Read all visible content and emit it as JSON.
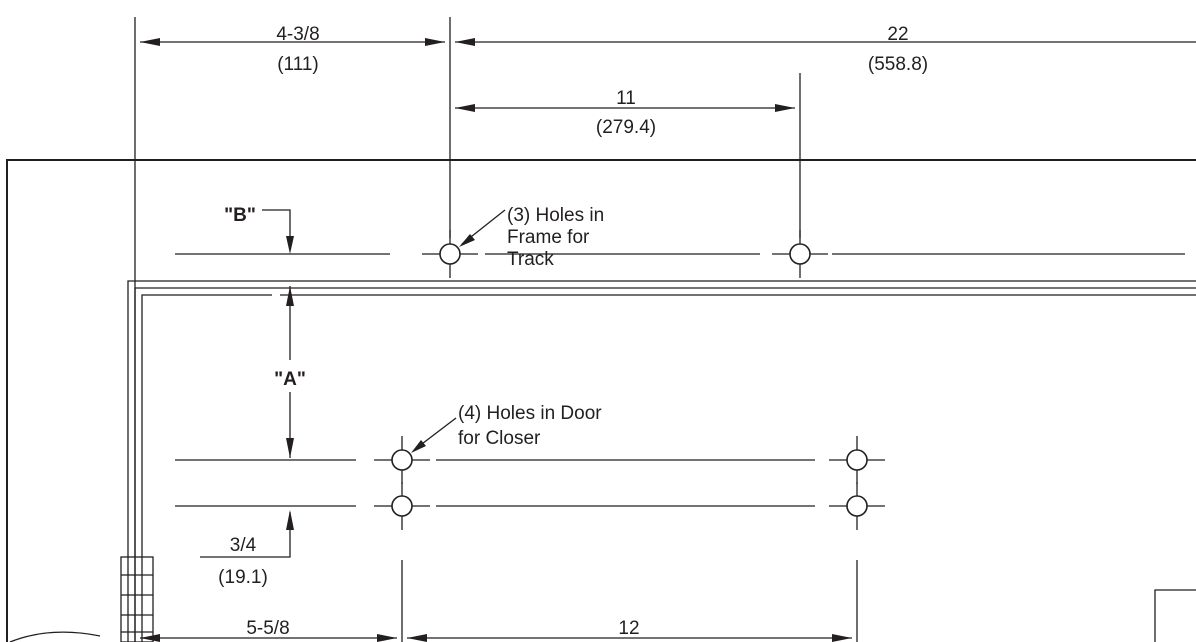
{
  "dimensions": {
    "d1": {
      "value": "4-3/8",
      "metric": "(111)"
    },
    "d2": {
      "value": "22",
      "metric": "(558.8)"
    },
    "d3": {
      "value": "11",
      "metric": "(279.4)"
    },
    "d4": {
      "value": "3/4",
      "metric": "(19.1)"
    },
    "d5": {
      "value": "5-5/8"
    },
    "d6": {
      "value": "12"
    }
  },
  "labels": {
    "b": "\"B\"",
    "a": "\"A\"",
    "frame_holes": [
      "(3) Holes in",
      "Frame for",
      "Track"
    ],
    "door_holes": [
      "(4) Holes in Door",
      "for Closer"
    ]
  }
}
